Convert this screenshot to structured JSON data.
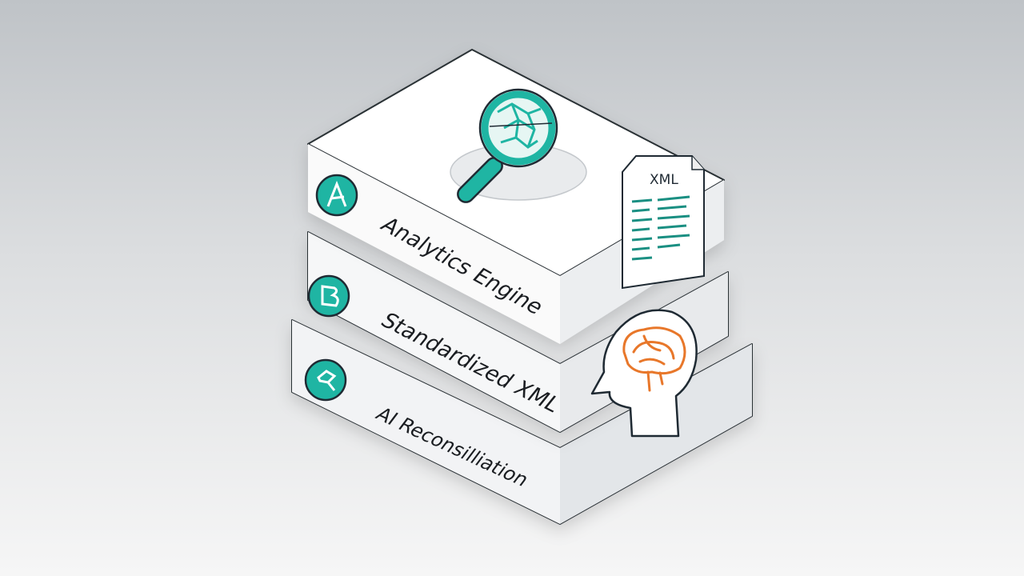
{
  "layers": [
    {
      "label": "Analytics Engine",
      "icon": "analytics-icon"
    },
    {
      "label": "Standardized XML",
      "icon": "document-b-icon"
    },
    {
      "label": "AI Reconsilliation",
      "icon": "reconciliation-icon"
    }
  ],
  "document": {
    "title": "XML"
  },
  "colors": {
    "accent": "#1fb5a3",
    "brain": "#e8772a",
    "outline": "#1f2a33"
  }
}
